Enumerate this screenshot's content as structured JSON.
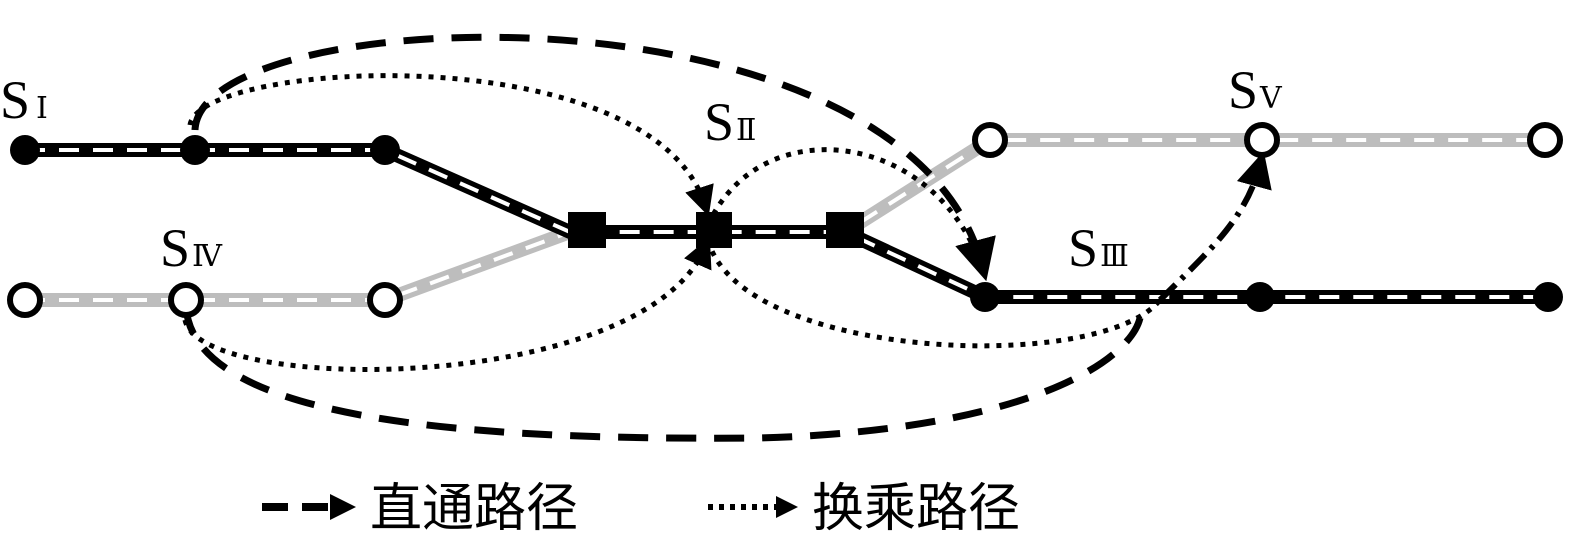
{
  "stations": {
    "s1": {
      "main": "S",
      "sub": "Ⅰ"
    },
    "s2": {
      "main": "S",
      "sub": "Ⅱ"
    },
    "s3": {
      "main": "S",
      "sub": "Ⅲ"
    },
    "s4": {
      "main": "S",
      "sub": "Ⅳ"
    },
    "s5": {
      "main": "S",
      "sub": "Ⅴ"
    }
  },
  "legend": {
    "direct": "直通路径",
    "transfer": "换乘路径"
  },
  "colors": {
    "black_line": "#000000",
    "gray_line": "#bdbdbd",
    "white_dash": "#ffffff"
  }
}
